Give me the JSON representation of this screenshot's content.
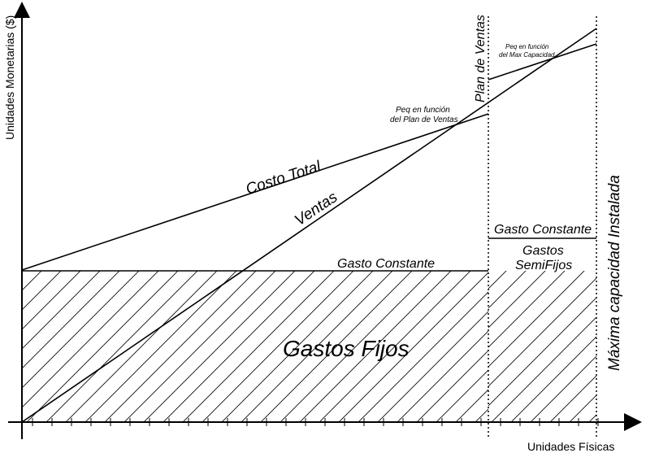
{
  "axes": {
    "x_title": "Unidades Físicas",
    "y_title": "Unidades Monetarias  ($)"
  },
  "lines": {
    "costo_total": "Costo Total",
    "ventas": "Ventas",
    "gasto_constante_main": "Gasto Constante",
    "gasto_constante_right": "Gasto Constante"
  },
  "regions": {
    "gastos_fijos": "Gastos Fijos",
    "gastos_semifijos_line1": "Gastos",
    "gastos_semifijos_line2": "SemiFijos"
  },
  "limits": {
    "plan_ventas": "Plan de Ventas",
    "capacidad_max": "Máxima capacidad Instalada"
  },
  "annotations": {
    "peq_plan_line1": "Peq en función",
    "peq_plan_line2": "del Plan de Ventas",
    "peq_max_line1": "Peq en función",
    "peq_max_line2": "del Max Capacidad"
  },
  "colors": {
    "ink": "#000000",
    "background": "#ffffff"
  }
}
